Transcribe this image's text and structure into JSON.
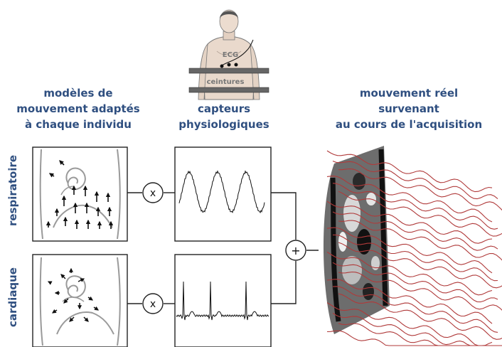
{
  "headings": {
    "models": [
      "modèles de",
      "mouvement adaptés",
      "à chaque individu"
    ],
    "sensors": [
      "capteurs",
      "physiologiques"
    ],
    "real_motion": [
      "mouvement réel",
      "survenant",
      "au cours de l'acquisition"
    ]
  },
  "row_labels": {
    "respiratory": "respiratoire",
    "cardiac": "cardiaque"
  },
  "figure_labels": {
    "ecg": "ECG",
    "belts": "ceintures"
  },
  "operators": {
    "multiply": "x",
    "sum": "+"
  },
  "colors": {
    "heading_text": "#2f4f80",
    "motion_curves": "#b03a3a",
    "box_border": "#222222",
    "anatomy_outline": "#999999"
  }
}
